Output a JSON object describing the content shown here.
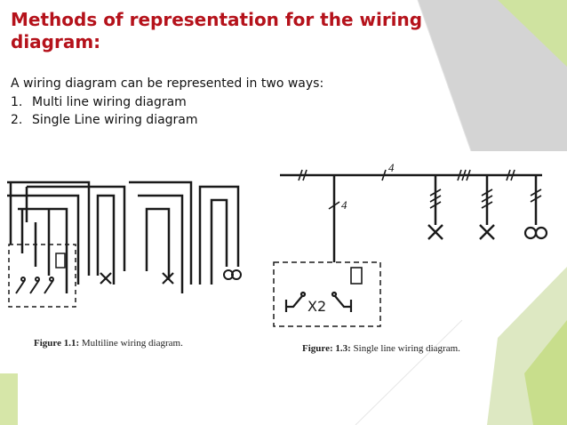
{
  "slide": {
    "title": "Methods of representation for the wiring diagram:",
    "intro": "A wiring diagram can be represented in two ways:",
    "methods": [
      {
        "number": "1.",
        "text": "Multi line wiring diagram"
      },
      {
        "number": "2.",
        "text": "Single Line wiring diagram"
      }
    ]
  },
  "figures": {
    "multiline": {
      "caption_label": "Figure 1.1:",
      "caption_text": "Multiline wiring diagram."
    },
    "single_line": {
      "caption_label": "Figure: 1.3:",
      "caption_text": "Single line wiring diagram.",
      "switch_label": "X2",
      "wire_count_top": "4",
      "wire_count_drop": "4"
    }
  },
  "colors": {
    "title": "#b5121b",
    "accent_green": "#c8de8c",
    "accent_grey": "#cfcfcf"
  }
}
